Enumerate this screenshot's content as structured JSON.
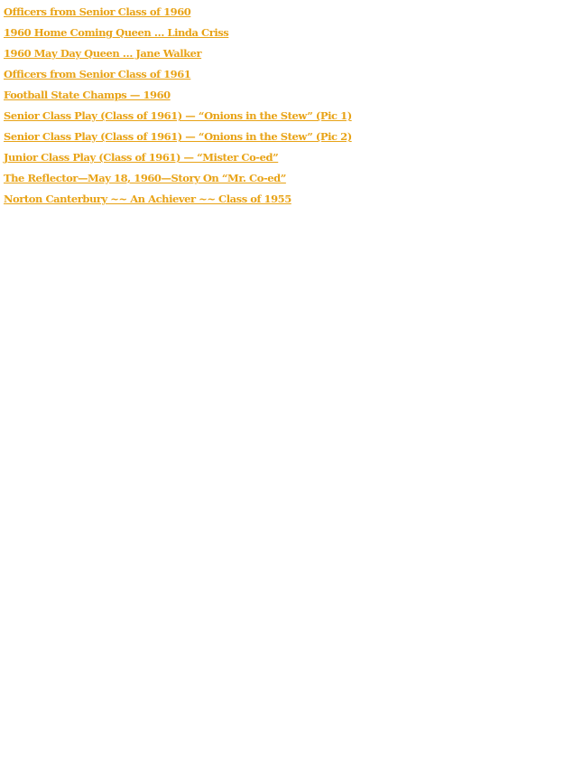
{
  "links": [
    "Officers from Senior Class of 1960",
    "1960 Home Coming Queen … Linda Criss",
    "1960 May Day Queen … Jane Walker",
    "Officers from Senior Class of 1961",
    "Football  State Champs — 1960",
    "Senior Class Play (Class of 1961) — “Onions in the Stew”  (Pic 1)",
    "Senior Class Play (Class of 1961) — “Onions in the Stew”  (Pic 2)",
    "Junior Class Play (Class of 1961) — “Mister Co-ed”",
    "The Reflector—May 18, 1960—Story On “Mr. Co-ed”",
    "Norton Canterbury ~~ An Achiever ~~ Class of 1955"
  ],
  "colors": {
    "link": "#e8a317",
    "background": "#ffffff"
  }
}
